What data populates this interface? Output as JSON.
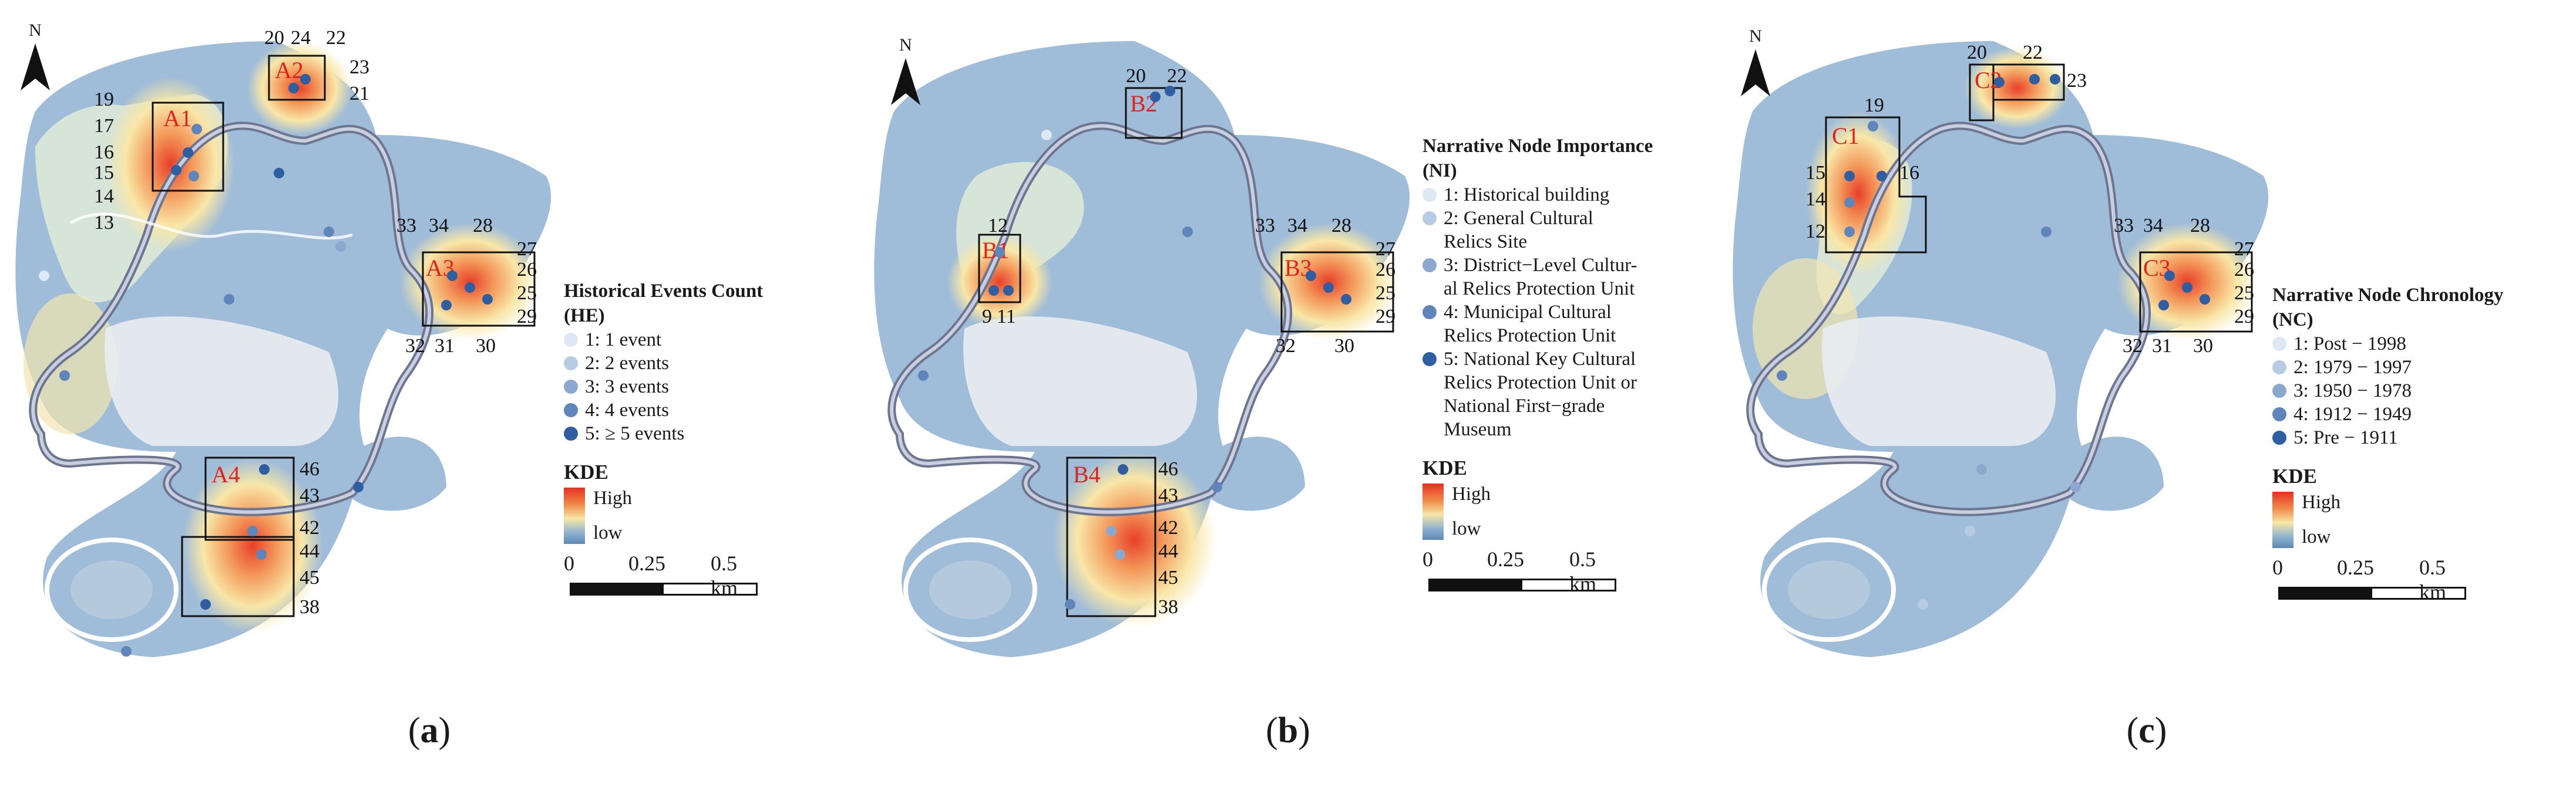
{
  "panels": [
    {
      "caption_letter": "a",
      "north_label": "N",
      "legend_title": "Historical Events Count\n(HE)",
      "legend_items": [
        {
          "label": "1: 1 event",
          "color": "#dde8f4"
        },
        {
          "label": "2: 2 events",
          "color": "#b7cbe2"
        },
        {
          "label": "3: 3 events",
          "color": "#8ca8cf"
        },
        {
          "label": "4: 4 events",
          "color": "#5f85ba"
        },
        {
          "label": "5: ≥ 5 events",
          "color": "#2f5ea1"
        }
      ],
      "zones": [
        "A1",
        "A2",
        "A3",
        "A4"
      ],
      "node_labels": [
        "19",
        "17",
        "16",
        "15",
        "14",
        "13",
        "20",
        "24",
        "22",
        "23",
        "21",
        "33",
        "34",
        "28",
        "27",
        "26",
        "25",
        "29",
        "32",
        "31",
        "30",
        "46",
        "43",
        "42",
        "44",
        "45",
        "38"
      ]
    },
    {
      "caption_letter": "b",
      "north_label": "N",
      "legend_title": "Narrative Node Importance\n(NI)",
      "legend_items": [
        {
          "label": "1: Historical building",
          "color": "#dde8f4"
        },
        {
          "label": "2: General Cultural\nRelics Site",
          "color": "#b7cbe2"
        },
        {
          "label": "3: District−Level Cultur-\nal Relics Protection Unit",
          "color": "#8ca8cf"
        },
        {
          "label": "4: Municipal Cultural\nRelics Protection Unit",
          "color": "#5f85ba"
        },
        {
          "label": "5: National Key Cultural\nRelics Protection Unit or\nNational First−grade\nMuseum",
          "color": "#2f5ea1"
        }
      ],
      "zones": [
        "B1",
        "B2",
        "B3",
        "B4"
      ],
      "node_labels": [
        "12",
        "9",
        "11",
        "20",
        "22",
        "33",
        "34",
        "28",
        "27",
        "26",
        "25",
        "29",
        "32",
        "30",
        "46",
        "43",
        "42",
        "44",
        "45",
        "38"
      ]
    },
    {
      "caption_letter": "c",
      "north_label": "N",
      "legend_title": "Narrative Node Chronology\n(NC)",
      "legend_items": [
        {
          "label": "1: Post − 1998",
          "color": "#dde8f4"
        },
        {
          "label": "2: 1979 − 1997",
          "color": "#b7cbe2"
        },
        {
          "label": "3: 1950 − 1978",
          "color": "#8ca8cf"
        },
        {
          "label": "4: 1912 − 1949",
          "color": "#5f85ba"
        },
        {
          "label": "5: Pre − 1911",
          "color": "#2f5ea1"
        }
      ],
      "zones": [
        "C1",
        "C2",
        "C3"
      ],
      "node_labels": [
        "20",
        "22",
        "23",
        "19",
        "15",
        "16",
        "14",
        "12",
        "33",
        "34",
        "28",
        "27",
        "26",
        "25",
        "29",
        "32",
        "31",
        "30"
      ]
    }
  ],
  "kde_title": "KDE",
  "kde_high": "High",
  "kde_low": "low",
  "scale_labels": [
    "0",
    "0.25",
    "0.5 km"
  ]
}
